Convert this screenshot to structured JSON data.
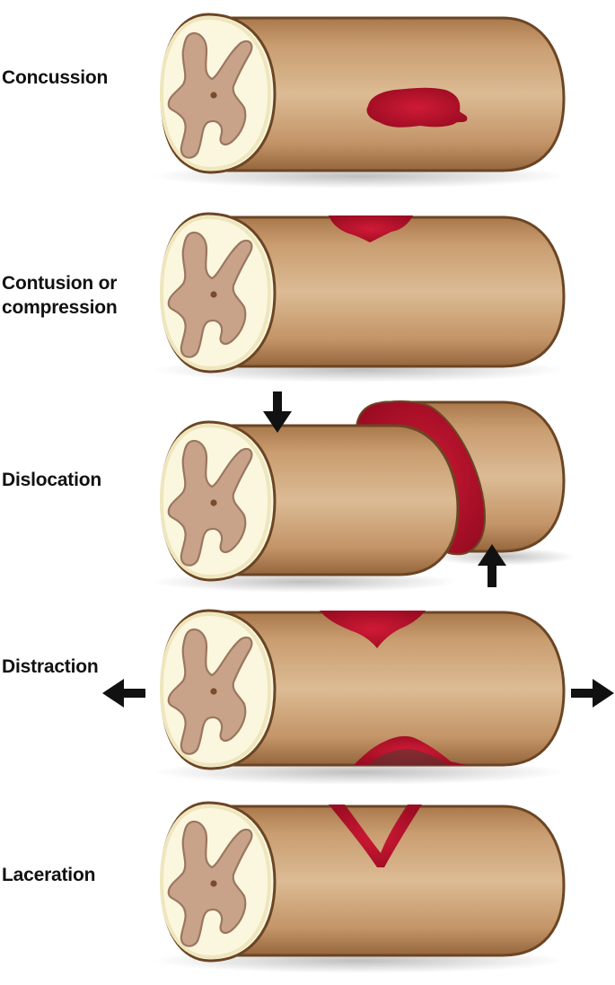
{
  "panels": [
    {
      "id": "concussion",
      "label": "Concussion"
    },
    {
      "id": "contusion",
      "label_line1": "Contusion or",
      "label_line2": "compression"
    },
    {
      "id": "dislocation",
      "label": "Dislocation"
    },
    {
      "id": "distraction",
      "label": "Distraction"
    },
    {
      "id": "laceration",
      "label": "Laceration"
    }
  ],
  "colors": {
    "cord_body": "#c69a6c",
    "cord_outline": "#6b4524",
    "cross_section_white": "#fbf7df",
    "grey_matter": "#c8a38a",
    "injury_blood": "#b8102a",
    "arrow": "#111111"
  }
}
